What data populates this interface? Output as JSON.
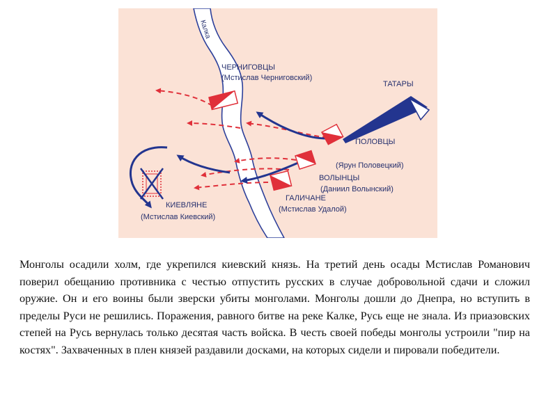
{
  "map": {
    "river_label": "Калка",
    "units": [
      {
        "title": "ЧЕРНИГОВЦЫ",
        "commander": "(Мстислав Черниговский)"
      },
      {
        "title": "ТАТАРЫ",
        "commander": ""
      },
      {
        "title": "ПОЛОВЦЫ",
        "commander": "(Ярун Половецкий)"
      },
      {
        "title": "ВОЛЫНЦЫ",
        "commander": "(Даниил Волынский)"
      },
      {
        "title": "ГАЛИЧАНЕ",
        "commander": "(Мстислав Удалой)"
      },
      {
        "title": "КИЕВЛЯНЕ",
        "commander": "(Мстислав Киевский)"
      }
    ],
    "colors": {
      "background": "#fbe2d6",
      "river_fill": "#ffffff",
      "river_edge": "#2c3f9a",
      "russian": "#e0303a",
      "mongol": "#23358f",
      "text": "#26306e"
    }
  },
  "caption": "Монголы осадили холм, где укрепился киевский князь. На третий день осады Мстислав Романович поверил обещанию противника с честью отпустить русских в случае добровольной сдачи и сложил оружие. Он и его воины были зверски убиты монголами. Монголы дошли до Днепра, но вступить в пределы Руси не решились. Поражения, равного битве на реке Калке, Русь еще не знала. Из приазовских степей на Русь вернулась только десятая часть войска. В честь своей победы монголы устроили \"пир на костях\". Захваченных в плен князей раздавили досками, на которых сидели и пировали победители."
}
